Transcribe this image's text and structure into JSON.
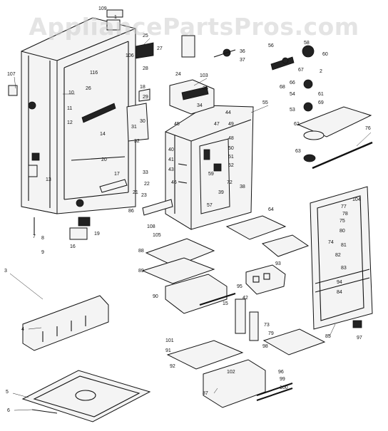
{
  "watermark": "AppliancePartsPros.com",
  "callouts": [
    {
      "id": "c-109",
      "text": "109"
    },
    {
      "id": "c-1",
      "text": "1"
    },
    {
      "id": "c-107",
      "text": "107"
    },
    {
      "id": "c-10",
      "text": "10"
    },
    {
      "id": "c-11",
      "text": "11"
    },
    {
      "id": "c-12",
      "text": "12"
    },
    {
      "id": "c-14",
      "text": "14"
    },
    {
      "id": "c-116",
      "text": "116"
    },
    {
      "id": "c-25",
      "text": "25"
    },
    {
      "id": "c-27",
      "text": "27"
    },
    {
      "id": "c-106",
      "text": "106"
    },
    {
      "id": "c-28",
      "text": "28"
    },
    {
      "id": "c-18",
      "text": "18"
    },
    {
      "id": "c-24",
      "text": "24"
    },
    {
      "id": "c-103",
      "text": "103"
    },
    {
      "id": "c-35",
      "text": "35"
    },
    {
      "id": "c-36",
      "text": "36"
    },
    {
      "id": "c-37",
      "text": "37"
    },
    {
      "id": "c-55",
      "text": "55"
    },
    {
      "id": "c-56",
      "text": "56"
    },
    {
      "id": "c-58",
      "text": "58"
    },
    {
      "id": "c-60",
      "text": "60"
    },
    {
      "id": "c-67",
      "text": "67"
    },
    {
      "id": "c-2",
      "text": "2"
    },
    {
      "id": "c-54",
      "text": "54"
    },
    {
      "id": "c-61",
      "text": "61"
    },
    {
      "id": "c-53",
      "text": "53"
    },
    {
      "id": "c-62",
      "text": "62"
    },
    {
      "id": "c-63",
      "text": "63"
    },
    {
      "id": "c-76",
      "text": "76"
    },
    {
      "id": "c-17",
      "text": "17"
    },
    {
      "id": "c-20",
      "text": "20"
    },
    {
      "id": "c-21",
      "text": "21"
    },
    {
      "id": "c-22",
      "text": "22"
    },
    {
      "id": "c-23",
      "text": "23"
    },
    {
      "id": "c-26",
      "text": "26"
    },
    {
      "id": "c-29",
      "text": "29"
    },
    {
      "id": "c-30",
      "text": "30"
    },
    {
      "id": "c-19",
      "text": "19"
    },
    {
      "id": "c-16",
      "text": "16"
    },
    {
      "id": "c-9",
      "text": "9"
    },
    {
      "id": "c-8",
      "text": "8"
    },
    {
      "id": "c-7",
      "text": "7"
    },
    {
      "id": "c-5",
      "text": "5"
    },
    {
      "id": "c-6",
      "text": "6"
    },
    {
      "id": "c-4",
      "text": "4"
    },
    {
      "id": "c-3",
      "text": "3"
    },
    {
      "id": "c-15",
      "text": "15"
    },
    {
      "id": "c-13",
      "text": "13"
    },
    {
      "id": "c-31",
      "text": "31"
    },
    {
      "id": "c-32",
      "text": "32"
    },
    {
      "id": "c-33",
      "text": "33"
    },
    {
      "id": "c-40",
      "text": "40"
    },
    {
      "id": "c-41",
      "text": "41"
    },
    {
      "id": "c-42",
      "text": "42"
    },
    {
      "id": "c-43",
      "text": "43"
    },
    {
      "id": "c-44",
      "text": "44"
    },
    {
      "id": "c-45",
      "text": "45"
    },
    {
      "id": "c-46",
      "text": "46"
    },
    {
      "id": "c-47",
      "text": "47"
    },
    {
      "id": "c-48",
      "text": "48"
    },
    {
      "id": "c-49",
      "text": "49"
    },
    {
      "id": "c-50",
      "text": "50"
    },
    {
      "id": "c-51",
      "text": "51"
    },
    {
      "id": "c-52",
      "text": "52"
    },
    {
      "id": "c-72",
      "text": "72"
    },
    {
      "id": "c-38",
      "text": "38"
    },
    {
      "id": "c-39",
      "text": "39"
    },
    {
      "id": "c-34",
      "text": "34"
    },
    {
      "id": "c-57",
      "text": "57"
    },
    {
      "id": "c-59",
      "text": "59"
    },
    {
      "id": "c-64",
      "text": "64"
    },
    {
      "id": "c-66",
      "text": "66"
    },
    {
      "id": "c-68",
      "text": "68"
    },
    {
      "id": "c-69",
      "text": "69"
    },
    {
      "id": "c-73",
      "text": "73"
    },
    {
      "id": "c-74",
      "text": "74"
    },
    {
      "id": "c-75",
      "text": "75"
    },
    {
      "id": "c-77",
      "text": "77"
    },
    {
      "id": "c-78",
      "text": "78"
    },
    {
      "id": "c-79",
      "text": "79"
    },
    {
      "id": "c-80",
      "text": "80"
    },
    {
      "id": "c-81",
      "text": "81"
    },
    {
      "id": "c-82",
      "text": "82"
    },
    {
      "id": "c-83",
      "text": "83"
    },
    {
      "id": "c-84",
      "text": "84"
    },
    {
      "id": "c-85",
      "text": "85"
    },
    {
      "id": "c-86",
      "text": "86"
    },
    {
      "id": "c-87",
      "text": "87"
    },
    {
      "id": "c-88",
      "text": "88"
    },
    {
      "id": "c-89",
      "text": "89"
    },
    {
      "id": "c-90",
      "text": "90"
    },
    {
      "id": "c-91",
      "text": "91"
    },
    {
      "id": "c-92",
      "text": "92"
    },
    {
      "id": "c-93",
      "text": "93"
    },
    {
      "id": "c-94",
      "text": "94"
    },
    {
      "id": "c-95",
      "text": "95"
    },
    {
      "id": "c-96",
      "text": "96"
    },
    {
      "id": "c-97",
      "text": "97"
    },
    {
      "id": "c-98",
      "text": "98"
    },
    {
      "id": "c-99",
      "text": "99"
    },
    {
      "id": "c-100",
      "text": "100"
    },
    {
      "id": "c-101",
      "text": "101"
    },
    {
      "id": "c-102",
      "text": "102"
    },
    {
      "id": "c-104",
      "text": "104"
    },
    {
      "id": "c-105",
      "text": "105"
    },
    {
      "id": "c-108",
      "text": "108"
    }
  ]
}
